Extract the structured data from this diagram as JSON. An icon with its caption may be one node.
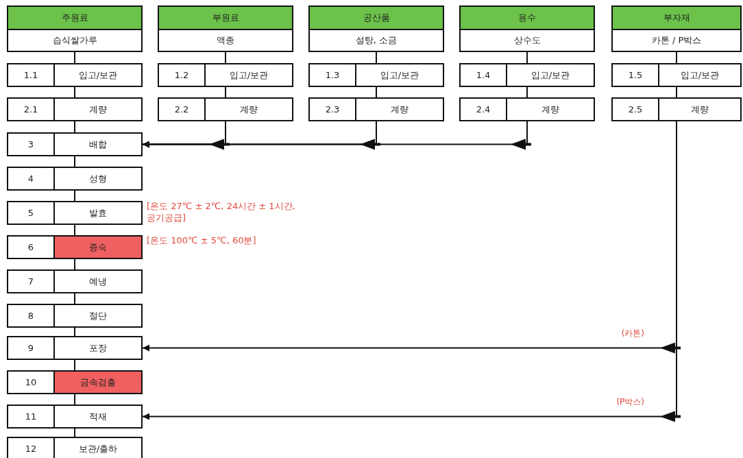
{
  "diagram": {
    "nodes": [
      {
        "text": [
          "주원료",
          "습식쌀가루"
        ]
      },
      {
        "text": [
          "1.1",
          "입고/보관"
        ]
      },
      {
        "text": [
          "2.1",
          "계량"
        ]
      },
      {
        "text": [
          "부원료",
          "액종"
        ]
      },
      {
        "text": [
          "1.2",
          "입고/보관"
        ]
      },
      {
        "text": [
          "2.2",
          "계량"
        ]
      },
      {
        "text": [
          "공산품",
          "설탕, 소금"
        ]
      },
      {
        "text": [
          "1.3",
          "입고/보관"
        ]
      },
      {
        "text": [
          "2.3",
          "계량"
        ]
      },
      {
        "text": [
          "용수",
          "상수도"
        ]
      },
      {
        "text": [
          "1.4",
          "입고/보관"
        ]
      },
      {
        "text": [
          "2.4",
          "계량"
        ]
      },
      {
        "text": [
          "부자재",
          "카톤 / P박스"
        ]
      },
      {
        "text": [
          "1.5",
          "입고/보관"
        ]
      },
      {
        "text": [
          "2.5",
          "계량"
        ]
      },
      {
        "text": [
          "3",
          "배합"
        ]
      },
      {
        "text": [
          "4",
          "성형"
        ]
      },
      {
        "text": [
          "5",
          "발효"
        ],
        "beside": [
          "[온도 27℃ ± 2℃, 24시간 ± 1시간, 공기공급]"
        ]
      },
      {
        "text": [
          "6",
          "증숙"
        ],
        "beside": [
          "[온도 100℃ ± 5℃, 60분]"
        ]
      },
      {
        "text": [
          "7",
          "예냉"
        ]
      },
      {
        "text": [
          "8",
          "절단"
        ]
      },
      {
        "text": [
          "9",
          "포장"
        ]
      },
      {
        "text": [
          "10",
          "금속검출"
        ]
      },
      {
        "text": [
          "11",
          "적재"
        ]
      },
      {
        "text": [
          "12",
          "보관/출하"
        ]
      }
    ],
    "edges": [
      {
        "from": 0,
        "to": 1,
        "arrow": "none"
      },
      {
        "from": 1,
        "to": 2,
        "arrow": "none"
      },
      {
        "from": 2,
        "to": 15,
        "arrow": "none"
      },
      {
        "from": 3,
        "to": 4,
        "arrow": "none"
      },
      {
        "from": 4,
        "to": 5,
        "arrow": "none"
      },
      {
        "from": 5,
        "to": 15,
        "arrow": "to"
      },
      {
        "from": 6,
        "to": 7,
        "arrow": "none"
      },
      {
        "from": 7,
        "to": 8,
        "arrow": "none"
      },
      {
        "from": 8,
        "to": 15,
        "arrow": "to"
      },
      {
        "from": 9,
        "to": 10,
        "arrow": "none"
      },
      {
        "from": 10,
        "to": 11,
        "arrow": "none"
      },
      {
        "from": 11,
        "to": 15,
        "arrow": "to"
      },
      {
        "from": 12,
        "to": 13,
        "arrow": "none"
      },
      {
        "from": 13,
        "to": 14,
        "arrow": "none"
      },
      {
        "from": 14,
        "to": 21,
        "arrow": "to",
        "label": "(카톤)"
      },
      {
        "from": 14,
        "to": 23,
        "arrow": "to",
        "label": "(P박스)"
      },
      {
        "from": 15,
        "to": 16,
        "arrow": "none"
      },
      {
        "from": 16,
        "to": 17,
        "arrow": "none"
      },
      {
        "from": 17,
        "to": 18,
        "arrow": "none"
      },
      {
        "from": 18,
        "to": 19,
        "arrow": "none"
      },
      {
        "from": 19,
        "to": 20,
        "arrow": "none"
      },
      {
        "from": 20,
        "to": 21,
        "arrow": "none"
      },
      {
        "from": 21,
        "to": 22,
        "arrow": "none"
      },
      {
        "from": 22,
        "to": 23,
        "arrow": "none"
      },
      {
        "from": 23,
        "to": 24,
        "arrow": "none"
      }
    ]
  }
}
